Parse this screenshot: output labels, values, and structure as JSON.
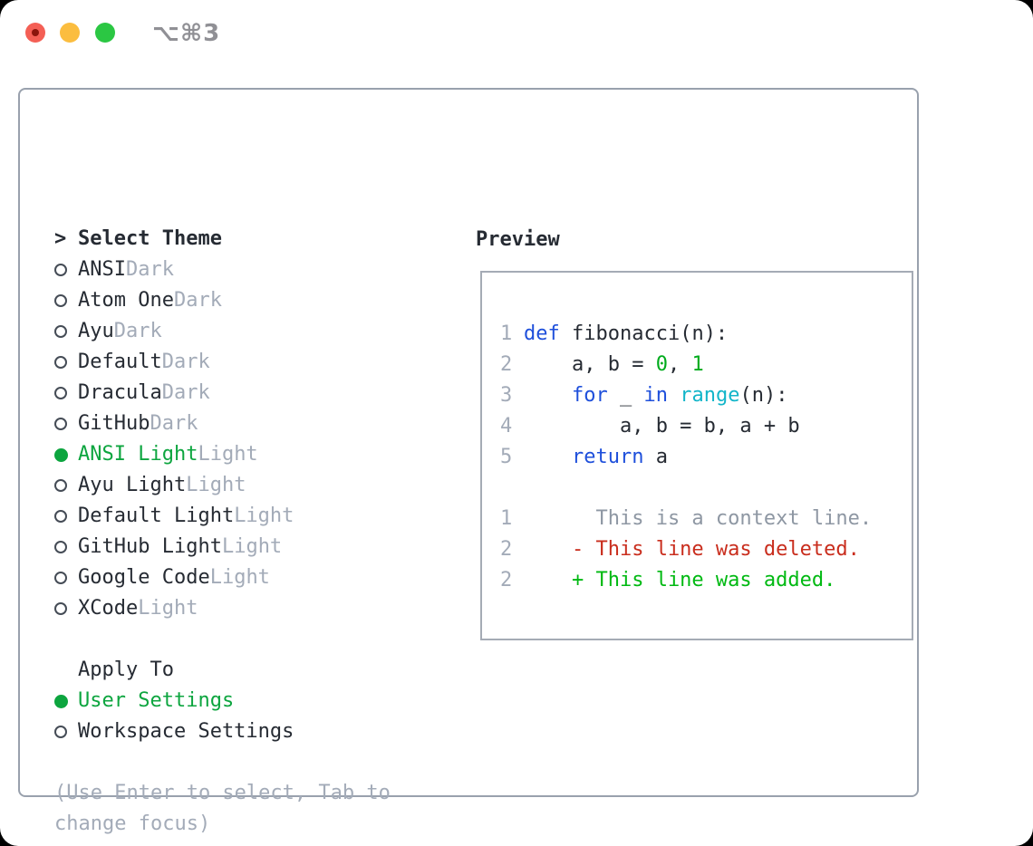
{
  "window": {
    "title": "⌥⌘3"
  },
  "colors": {
    "text_dark": "#262b33",
    "muted_gray": "#a3abb8",
    "context_gray": "#8e97a3",
    "selected_green": "#0da53f",
    "keyword_blue": "#1e4fdb",
    "function_cyan": "#12b5c9",
    "number_green": "#00ab1d",
    "added_green": "#00b912",
    "deleted_red": "#c92d1d",
    "panel_border": "#99a1ad",
    "preview_border": "#a5abb5",
    "radio_outline": "#454c56",
    "title_gray": "#909095",
    "traffic_red": "#f45f55",
    "traffic_red_dot": "#8b150c",
    "traffic_yellow": "#fbbd3f",
    "traffic_green": "#2bc743"
  },
  "theme_panel": {
    "header": {
      "prompt": ">",
      "label": "Select Theme"
    },
    "themes": [
      {
        "name": "ANSI",
        "tag": "Dark",
        "selected": false
      },
      {
        "name": "Atom One",
        "tag": "Dark",
        "selected": false
      },
      {
        "name": "Ayu",
        "tag": "Dark",
        "selected": false
      },
      {
        "name": "Default",
        "tag": "Dark",
        "selected": false
      },
      {
        "name": "Dracula",
        "tag": "Dark",
        "selected": false
      },
      {
        "name": "GitHub",
        "tag": "Dark",
        "selected": false
      },
      {
        "name": "ANSI Light",
        "tag": "Light",
        "selected": true
      },
      {
        "name": "Ayu Light",
        "tag": "Light",
        "selected": false
      },
      {
        "name": "Default Light",
        "tag": "Light",
        "selected": false
      },
      {
        "name": "GitHub Light",
        "tag": "Light",
        "selected": false
      },
      {
        "name": "Google Code",
        "tag": "Light",
        "selected": false
      },
      {
        "name": "XCode",
        "tag": "Light",
        "selected": false
      }
    ],
    "apply_to": {
      "label": "Apply To",
      "options": [
        {
          "name": "User Settings",
          "selected": true
        },
        {
          "name": "Workspace Settings",
          "selected": false
        }
      ]
    },
    "help_lines": [
      "(Use Enter to select, Tab to",
      "change focus)"
    ]
  },
  "preview": {
    "label": "Preview",
    "code_lines": [
      {
        "num": "1",
        "tokens": [
          {
            "t": "def",
            "c": "kw"
          },
          {
            "t": " fibonacci(n):",
            "c": "plain"
          }
        ]
      },
      {
        "num": "2",
        "tokens": [
          {
            "t": "    a, b = ",
            "c": "plain"
          },
          {
            "t": "0",
            "c": "num"
          },
          {
            "t": ", ",
            "c": "plain"
          },
          {
            "t": "1",
            "c": "num"
          }
        ]
      },
      {
        "num": "3",
        "tokens": [
          {
            "t": "    ",
            "c": "plain"
          },
          {
            "t": "for",
            "c": "kw"
          },
          {
            "t": " _ ",
            "c": "plain"
          },
          {
            "t": "in",
            "c": "kw"
          },
          {
            "t": " ",
            "c": "plain"
          },
          {
            "t": "range",
            "c": "fn"
          },
          {
            "t": "(n):",
            "c": "plain"
          }
        ]
      },
      {
        "num": "4",
        "tokens": [
          {
            "t": "        a, b = b, a + b",
            "c": "plain"
          }
        ]
      },
      {
        "num": "5",
        "tokens": [
          {
            "t": "    ",
            "c": "plain"
          },
          {
            "t": "return",
            "c": "kw"
          },
          {
            "t": " a",
            "c": "plain"
          }
        ]
      }
    ],
    "diff_lines": [
      {
        "num": "1",
        "type": "context",
        "body": "      This is a context line."
      },
      {
        "num": "2",
        "type": "deleted",
        "body": "    - This line was deleted."
      },
      {
        "num": "2",
        "type": "added",
        "body": "    + This line was added."
      }
    ]
  }
}
